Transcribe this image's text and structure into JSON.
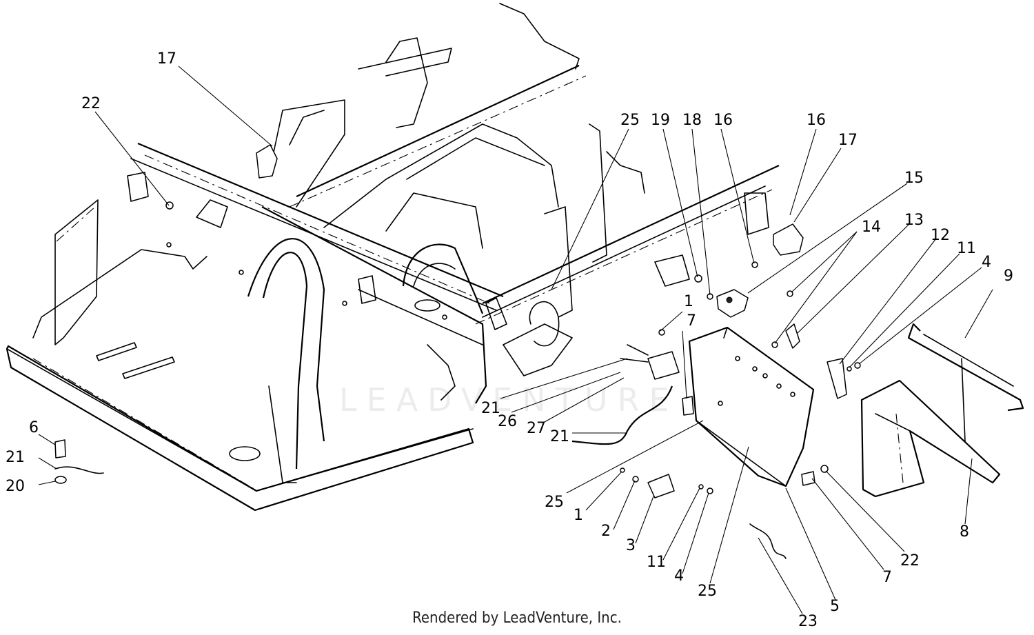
{
  "footer": {
    "credit": "Rendered by LeadVenture, Inc."
  },
  "watermark": {
    "text": "LEADVENTURE"
  },
  "callouts": [
    {
      "id": "c17a",
      "label": "17"
    },
    {
      "id": "c22a",
      "label": "22"
    },
    {
      "id": "c25a",
      "label": "25"
    },
    {
      "id": "c19",
      "label": "19"
    },
    {
      "id": "c18",
      "label": "18"
    },
    {
      "id": "c16a",
      "label": "16"
    },
    {
      "id": "c16b",
      "label": "16"
    },
    {
      "id": "c17b",
      "label": "17"
    },
    {
      "id": "c15",
      "label": "15"
    },
    {
      "id": "c14",
      "label": "14"
    },
    {
      "id": "c13",
      "label": "13"
    },
    {
      "id": "c12",
      "label": "12"
    },
    {
      "id": "c11a",
      "label": "11"
    },
    {
      "id": "c4a",
      "label": "4"
    },
    {
      "id": "c9",
      "label": "9"
    },
    {
      "id": "c1a",
      "label": "1"
    },
    {
      "id": "c7a",
      "label": "7"
    },
    {
      "id": "c21a",
      "label": "21"
    },
    {
      "id": "c26",
      "label": "26"
    },
    {
      "id": "c27",
      "label": "27"
    },
    {
      "id": "c21b",
      "label": "21"
    },
    {
      "id": "c6",
      "label": "6"
    },
    {
      "id": "c21c",
      "label": "21"
    },
    {
      "id": "c20",
      "label": "20"
    },
    {
      "id": "c25b",
      "label": "25"
    },
    {
      "id": "c1b",
      "label": "1"
    },
    {
      "id": "c2",
      "label": "2"
    },
    {
      "id": "c3",
      "label": "3"
    },
    {
      "id": "c11b",
      "label": "11"
    },
    {
      "id": "c4b",
      "label": "4"
    },
    {
      "id": "c25c",
      "label": "25"
    },
    {
      "id": "c23",
      "label": "23"
    },
    {
      "id": "c5",
      "label": "5"
    },
    {
      "id": "c7b",
      "label": "7"
    },
    {
      "id": "c22b",
      "label": "22"
    },
    {
      "id": "c8",
      "label": "8"
    }
  ]
}
